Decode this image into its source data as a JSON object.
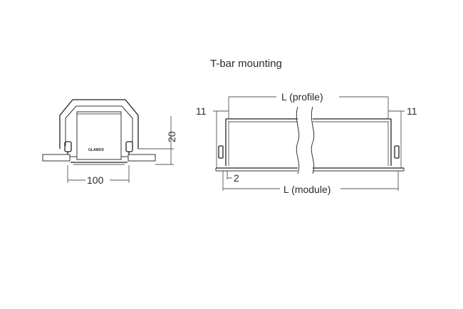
{
  "title": "T-bar mounting",
  "cross_section": {
    "width_label": "100",
    "height_label": "20",
    "logo_text": "GLAMOX"
  },
  "side_view": {
    "profile_label": "L (profile)",
    "module_label": "L (module)",
    "left_offset_label": "11",
    "right_offset_label": "11",
    "gap_label": "2"
  }
}
